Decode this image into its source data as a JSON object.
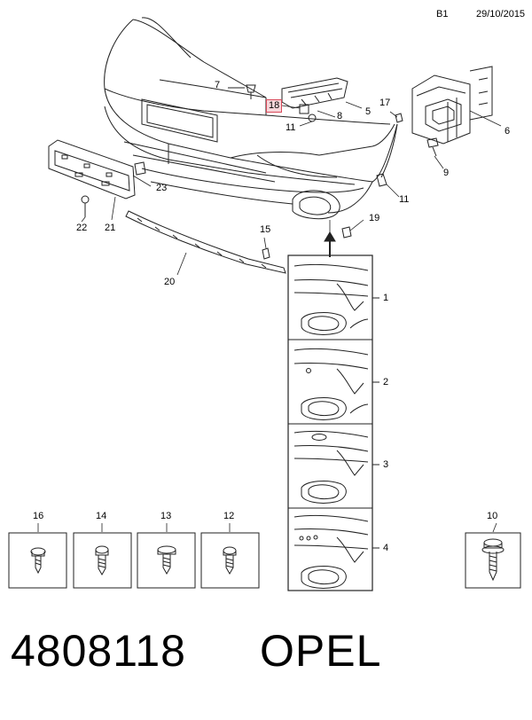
{
  "header": {
    "page_code": "B1",
    "date": "29/10/2015"
  },
  "callouts": {
    "c1": "1",
    "c2": "2",
    "c3": "3",
    "c4": "4",
    "c5": "5",
    "c6": "6",
    "c7": "7",
    "c8": "8",
    "c9": "9",
    "c10": "10",
    "c11a": "11",
    "c11b": "11",
    "c12": "12",
    "c13": "13",
    "c14": "14",
    "c15": "15",
    "c16": "16",
    "c17": "17",
    "c18": "18",
    "c19": "19",
    "c20": "20",
    "c21": "21",
    "c22": "22",
    "c23": "23"
  },
  "highlight_color": "#d94a5a",
  "footer": {
    "part_number": "4808118",
    "brand": "OPEL"
  }
}
